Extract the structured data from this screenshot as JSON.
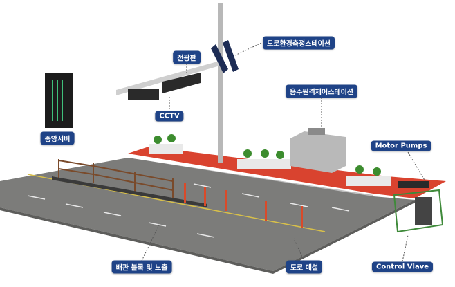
{
  "labels": {
    "road_env_station": "도로환경측정스테이션",
    "signboard": "전광판",
    "cctv": "CCTV",
    "central_server": "중앙서버",
    "water_remote_station": "용수원격제어스테이션",
    "motor_pumps": "Motor Pumps",
    "pipe_block": "배관 블록 및 노출",
    "road_buried": "도로 매설",
    "control_valve": "Control Vlave"
  },
  "colors": {
    "label_bg": "#1f4387",
    "road": "#7c7c7a",
    "sidewalk": "#d9432f",
    "valve_frame": "#3f8a3a"
  }
}
